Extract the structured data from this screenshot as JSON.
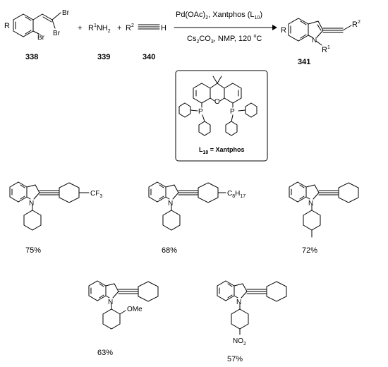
{
  "reaction": {
    "reactant1": {
      "number": "338",
      "r": "R",
      "br_top": "Br",
      "br_mid": "Br",
      "br_ring": "Br"
    },
    "plus1": "+",
    "reactant2": {
      "number": "339",
      "r": "R",
      "sup": "1",
      "rest": "NH",
      "sub": "2"
    },
    "plus2": "+",
    "reactant3": {
      "number": "340",
      "r": "R",
      "sup": "2",
      "h": "H"
    },
    "conditions_top": {
      "a": "Pd(OAc)",
      "a_sub": "2",
      "b": ", Xantphos (L",
      "b_sub": "10",
      "c": ")"
    },
    "conditions_bottom": {
      "a": "Cs",
      "a_sub": "2",
      "b": "CO",
      "b_sub": "3",
      "c": ", NMP, 120 ",
      "deg": "o",
      "d": "C"
    },
    "product": {
      "number": "341",
      "r": "R",
      "r2": "R",
      "r2_sup": "2",
      "n": "N",
      "r1": "R",
      "r1_sup": "1"
    }
  },
  "ligand_box": {
    "atom_o": "O",
    "atom_p1": "P",
    "atom_p2": "P",
    "caption": {
      "l": "L",
      "sub": "10",
      "rest": " = Xantphos"
    }
  },
  "examples": [
    {
      "yield": "75%",
      "substituent": "CF",
      "substituent_sub": "3"
    },
    {
      "yield": "68%",
      "substituent": "C",
      "substituent_sub": "8",
      "substituent_tail": "H",
      "substituent_tail_sub": "17"
    },
    {
      "yield": "72%"
    },
    {
      "yield": "63%",
      "substituent": "OMe"
    },
    {
      "yield": "57%",
      "substituent": "NO",
      "substituent_sub": "2"
    }
  ],
  "atom_n": "N"
}
